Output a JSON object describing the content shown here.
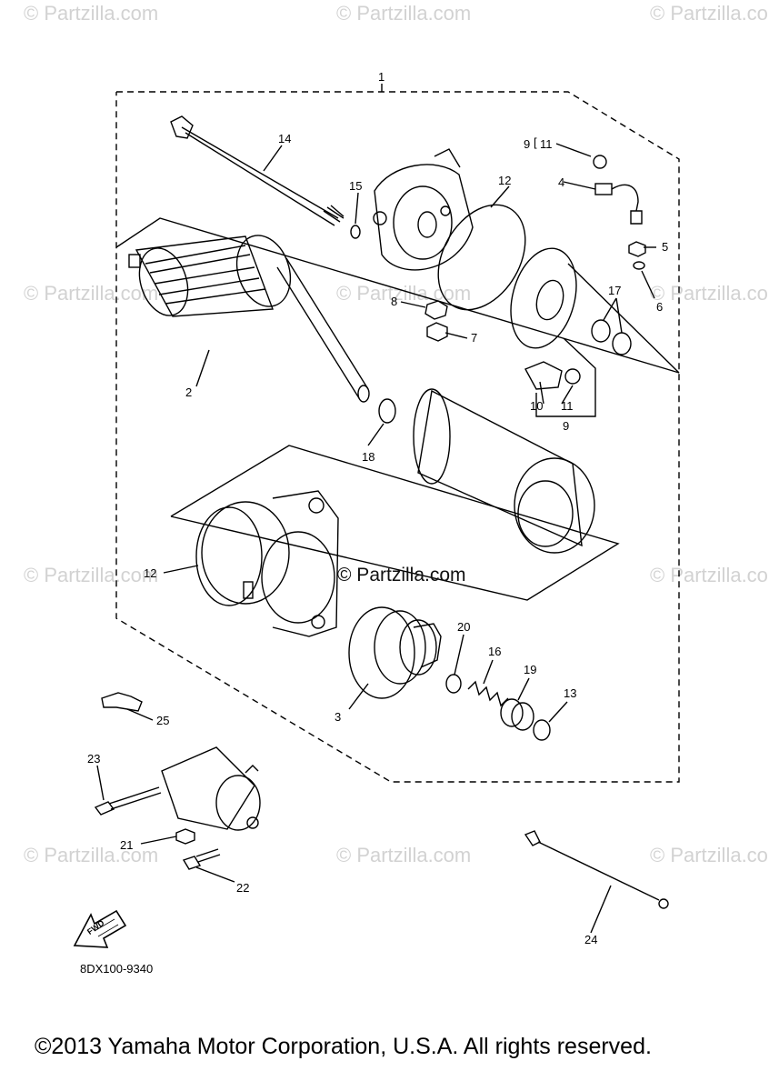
{
  "watermark": "© Partzilla.com",
  "center_watermark": "© Partzilla.com",
  "callouts": {
    "c1": "1",
    "c2": "2",
    "c3": "3",
    "c4": "4",
    "c5": "5",
    "c6": "6",
    "c7": "7",
    "c8": "8",
    "c9_top": "9",
    "c9_bottom": "9",
    "c10": "10",
    "c11_top": "11",
    "c11_bottom": "11",
    "c12_top": "12",
    "c12_left": "12",
    "c13": "13",
    "c14": "14",
    "c15": "15",
    "c16": "16",
    "c17": "17",
    "c18": "18",
    "c19": "19",
    "c20": "20",
    "c21": "21",
    "c22": "22",
    "c23": "23",
    "c24": "24",
    "c25": "25"
  },
  "fwd_label": "FWD",
  "diagram_code": "8DX100-9340",
  "copyright": "©2013 Yamaha Motor Corporation, U.S.A. All rights reserved."
}
